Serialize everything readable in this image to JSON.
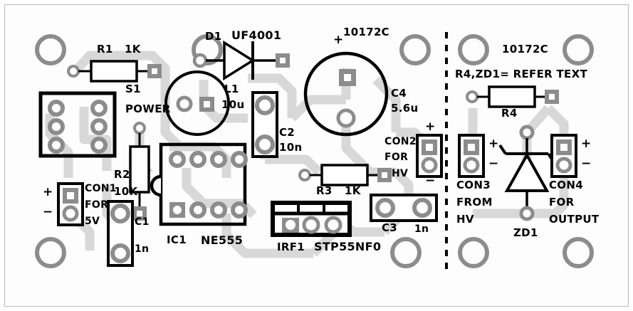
{
  "board": {
    "title": "PCB component layout",
    "part_number_left": "10172C",
    "part_number_right": "10172C",
    "note_right": "R4,ZD1= REFER TEXT",
    "colors": {
      "silkscreen": "#000000",
      "copper_trace": "#d8d8d8",
      "pad_fill": "#8c8c8c",
      "board_bg": "#fdfdfd",
      "board_edge": "#b9b9b9",
      "outer_bg": "#ffffff"
    }
  },
  "components": [
    {
      "ref": "R1",
      "value": "1K",
      "type": "resistor"
    },
    {
      "ref": "R2",
      "value": "10K",
      "type": "resistor"
    },
    {
      "ref": "R3",
      "value": "1K",
      "type": "resistor"
    },
    {
      "ref": "R4",
      "value": "",
      "type": "resistor"
    },
    {
      "ref": "C1",
      "value": "1n",
      "type": "capacitor"
    },
    {
      "ref": "C2",
      "value": "10n",
      "type": "capacitor"
    },
    {
      "ref": "C3",
      "value": "1n",
      "type": "capacitor"
    },
    {
      "ref": "C4",
      "value": "5.6u",
      "type": "electrolytic-capacitor"
    },
    {
      "ref": "D1",
      "value": "UF4001",
      "type": "diode"
    },
    {
      "ref": "ZD1",
      "value": "",
      "type": "zener-diode"
    },
    {
      "ref": "L1",
      "value": "10u",
      "type": "inductor"
    },
    {
      "ref": "IC1",
      "value": "NE555",
      "type": "dip8-ic"
    },
    {
      "ref": "IRF1",
      "value": "STP55NF0",
      "type": "to220-mosfet"
    },
    {
      "ref": "S1",
      "value": "POWER",
      "type": "switch"
    },
    {
      "ref": "CON1",
      "value": "FOR 5V",
      "type": "connector"
    },
    {
      "ref": "CON2",
      "value": "FOR HV",
      "type": "connector"
    },
    {
      "ref": "CON3",
      "value": "FROM HV",
      "type": "connector"
    },
    {
      "ref": "CON4",
      "value": "FOR OUTPUT",
      "type": "connector"
    }
  ],
  "labels": {
    "r1_ref": "R1",
    "r1_val": "1K",
    "s1_ref": "S1",
    "s1_val": "POWER",
    "r2_ref": "R2",
    "r2_val": "10K",
    "con1_ref": "CON1",
    "con1_for": "FOR",
    "con1_val": "5V",
    "con1_plus": "+",
    "con1_minus": "−",
    "c1_ref": "C1",
    "c1_val": "1n",
    "ic1_ref": "IC1",
    "ic1_val": "NE555",
    "d1_ref": "D1",
    "d1_val": "UF4001",
    "l1_ref": "L1",
    "l1_val": "10u",
    "c2_ref": "C2",
    "c2_val": "10n",
    "c4_ref": "C4",
    "c4_val": "5.6u",
    "c4_plus": "+",
    "pn_left": "10172C",
    "pn_right": "10172C",
    "note_right": "R4,ZD1= REFER TEXT",
    "r3_ref": "R3",
    "r3_val": "1K",
    "irf1_ref": "IRF1",
    "irf1_val": "STP55NF0",
    "c3_ref": "C3",
    "c3_val": "1n",
    "con2_ref": "CON2",
    "con2_for": "FOR",
    "con2_val": "HV",
    "con2_plus": "+",
    "con2_minus": "−",
    "r4_ref": "R4",
    "con3_ref": "CON3",
    "con3_from": "FROM",
    "con3_val": "HV",
    "con3_plus": "+",
    "con3_minus": "−",
    "zd1_ref": "ZD1",
    "con4_ref": "CON4",
    "con4_for": "FOR",
    "con4_val": "OUTPUT",
    "con4_plus": "+",
    "con4_minus": "−"
  }
}
